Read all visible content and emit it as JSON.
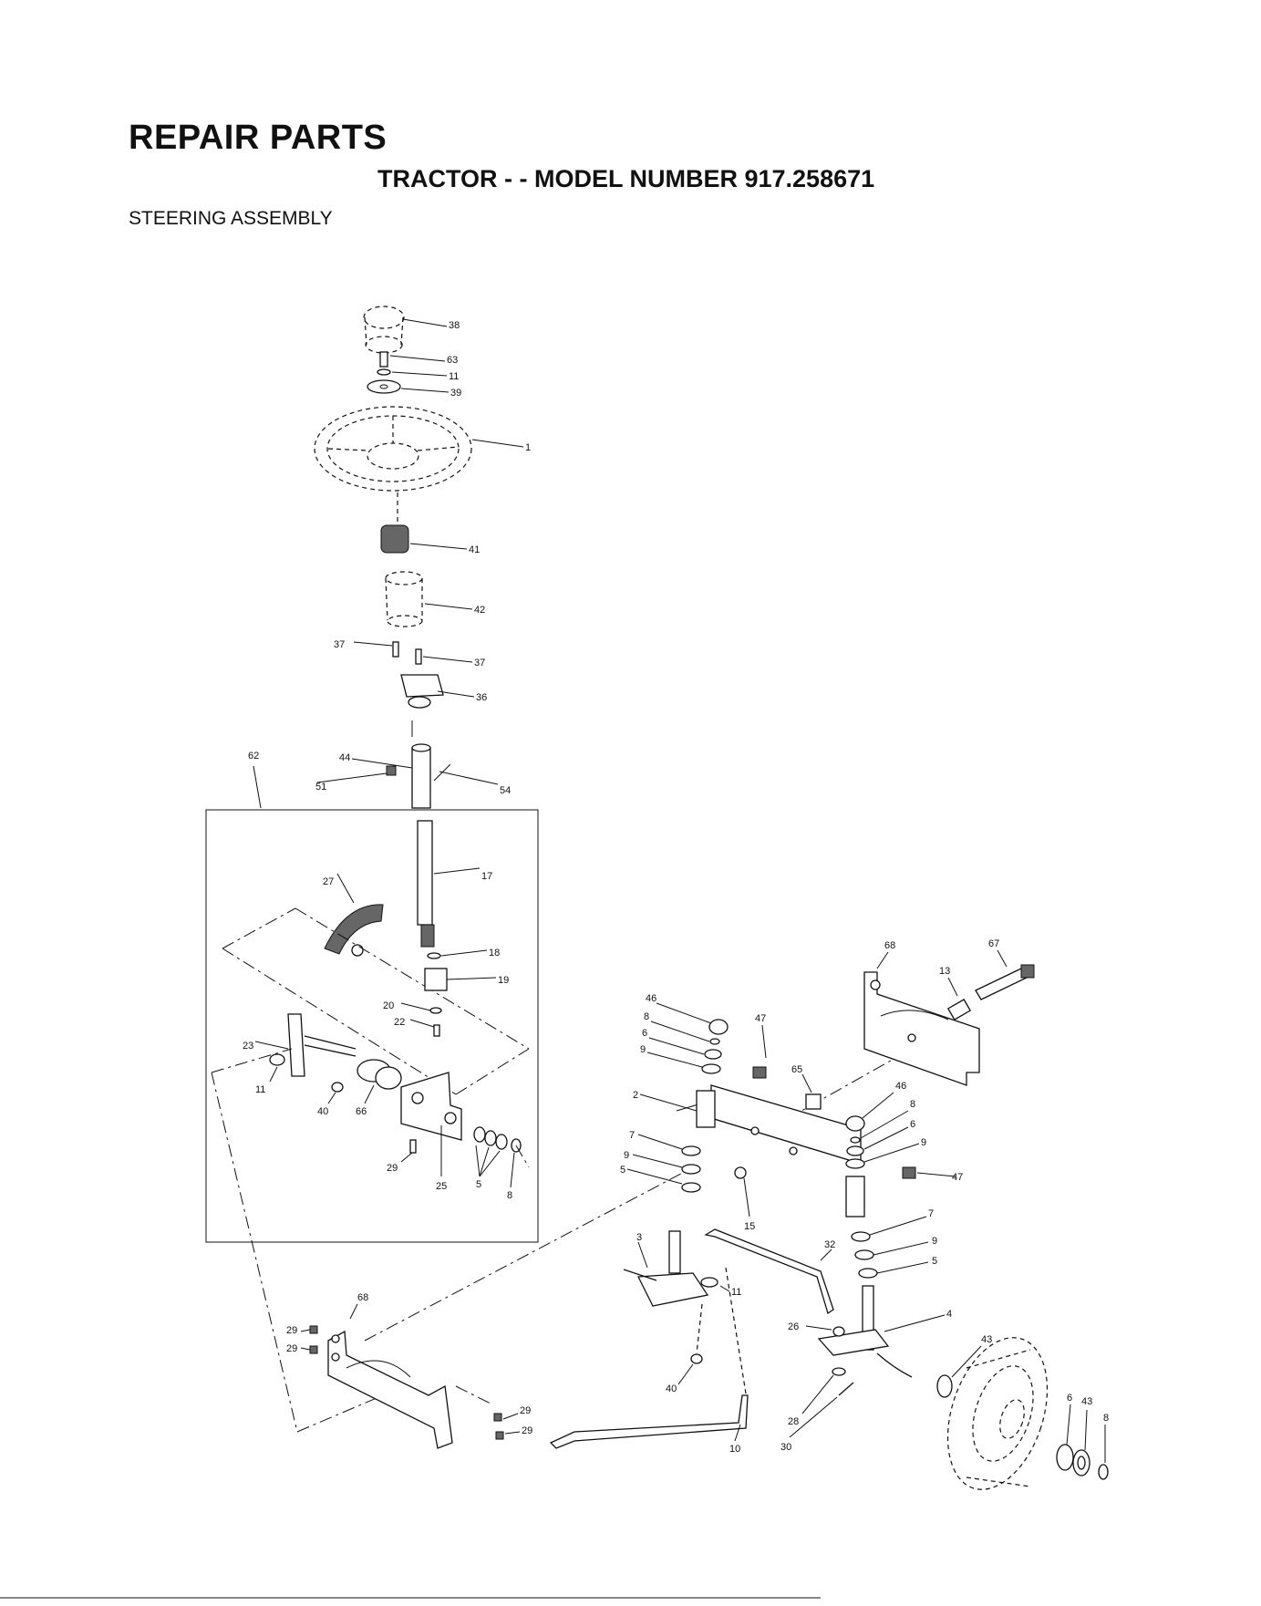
{
  "header": {
    "title": "REPAIR PARTS",
    "subtitle": "TRACTOR - - MODEL NUMBER 917.258671",
    "section": "STEERING ASSEMBLY"
  },
  "callouts": [
    {
      "id": "c38",
      "label": "38"
    },
    {
      "id": "c63",
      "label": "63"
    },
    {
      "id": "c11a",
      "label": "11"
    },
    {
      "id": "c39",
      "label": "39"
    },
    {
      "id": "c1",
      "label": "1"
    },
    {
      "id": "c41",
      "label": "41"
    },
    {
      "id": "c42",
      "label": "42"
    },
    {
      "id": "c37a",
      "label": "37"
    },
    {
      "id": "c37b",
      "label": "37"
    },
    {
      "id": "c36",
      "label": "36"
    },
    {
      "id": "c62",
      "label": "62"
    },
    {
      "id": "c44",
      "label": "44"
    },
    {
      "id": "c51",
      "label": "51"
    },
    {
      "id": "c54",
      "label": "54"
    },
    {
      "id": "c17",
      "label": "17"
    },
    {
      "id": "c27",
      "label": "27"
    },
    {
      "id": "c18",
      "label": "18"
    },
    {
      "id": "c19",
      "label": "19"
    },
    {
      "id": "c20",
      "label": "20"
    },
    {
      "id": "c22",
      "label": "22"
    },
    {
      "id": "c23",
      "label": "23"
    },
    {
      "id": "c11b",
      "label": "11"
    },
    {
      "id": "c40a",
      "label": "40"
    },
    {
      "id": "c66",
      "label": "66"
    },
    {
      "id": "c29a",
      "label": "29"
    },
    {
      "id": "c25",
      "label": "25"
    },
    {
      "id": "c5a",
      "label": "5"
    },
    {
      "id": "c8a",
      "label": "8"
    },
    {
      "id": "c68a",
      "label": "68"
    },
    {
      "id": "c67",
      "label": "67"
    },
    {
      "id": "c13",
      "label": "13"
    },
    {
      "id": "c46a",
      "label": "46"
    },
    {
      "id": "c8b",
      "label": "8"
    },
    {
      "id": "c6a",
      "label": "6"
    },
    {
      "id": "c9a",
      "label": "9"
    },
    {
      "id": "c47a",
      "label": "47"
    },
    {
      "id": "c65",
      "label": "65"
    },
    {
      "id": "c2",
      "label": "2"
    },
    {
      "id": "c7a",
      "label": "7"
    },
    {
      "id": "c9b",
      "label": "9"
    },
    {
      "id": "c5b",
      "label": "5"
    },
    {
      "id": "c15",
      "label": "15"
    },
    {
      "id": "c46b",
      "label": "46"
    },
    {
      "id": "c8c",
      "label": "8"
    },
    {
      "id": "c6b",
      "label": "6"
    },
    {
      "id": "c9c",
      "label": "9"
    },
    {
      "id": "c47b",
      "label": "47"
    },
    {
      "id": "c7b",
      "label": "7"
    },
    {
      "id": "c9d",
      "label": "9"
    },
    {
      "id": "c5c",
      "label": "5"
    },
    {
      "id": "c3",
      "label": "3"
    },
    {
      "id": "c32",
      "label": "32"
    },
    {
      "id": "c11c",
      "label": "11"
    },
    {
      "id": "c68b",
      "label": "68"
    },
    {
      "id": "c29b",
      "label": "29"
    },
    {
      "id": "c29c",
      "label": "29"
    },
    {
      "id": "c4",
      "label": "4"
    },
    {
      "id": "c26",
      "label": "26"
    },
    {
      "id": "c43a",
      "label": "43"
    },
    {
      "id": "c40b",
      "label": "40"
    },
    {
      "id": "c29d",
      "label": "29"
    },
    {
      "id": "c29e",
      "label": "29"
    },
    {
      "id": "c10",
      "label": "10"
    },
    {
      "id": "c28",
      "label": "28"
    },
    {
      "id": "c30",
      "label": "30"
    },
    {
      "id": "c6c",
      "label": "6"
    },
    {
      "id": "c43b",
      "label": "43"
    },
    {
      "id": "c8d",
      "label": "8"
    }
  ]
}
